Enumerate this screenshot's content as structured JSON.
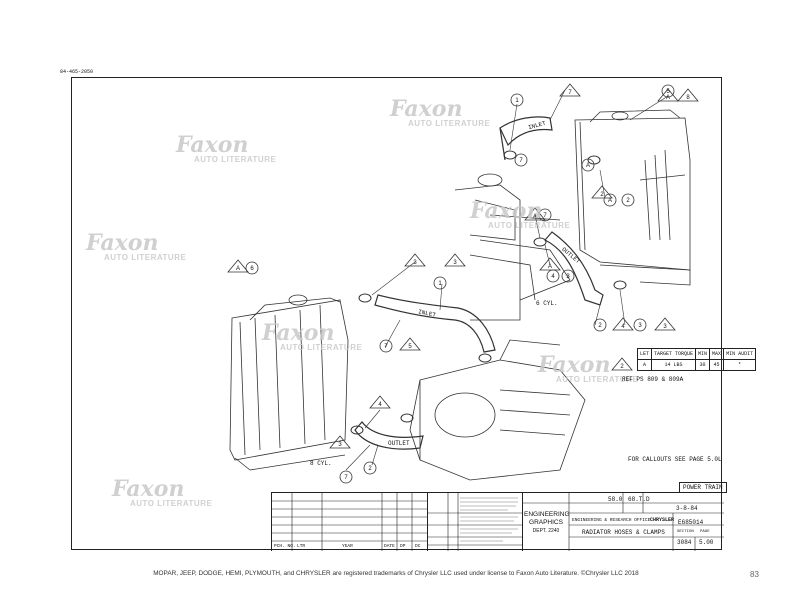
{
  "document_number": "84-465-2050",
  "watermark": {
    "brand": "Faxon",
    "sub": "AUTO LITERATURE"
  },
  "labels": {
    "inlet": "INLET",
    "outlet": "OUTLET",
    "six_cyl": "6 CYL.",
    "eight_cyl": "8 CYL.",
    "power_train": "POWER TRAIN",
    "callouts_note": "FOR CALLOUTS SEE PAGE 5.0L",
    "ref_note": "REF PS 809 & 809A"
  },
  "torque_table": {
    "headers": [
      "LET",
      "TARGET TORQUE",
      "MIN",
      "MAX",
      "MIN AUDIT"
    ],
    "row": [
      "A",
      "14 LBS",
      "30",
      "45",
      "*"
    ]
  },
  "title_block": {
    "engineering": "ENGINEERING",
    "graphics": "GRAPHICS",
    "dept": "DEPT. 2240",
    "model": "58.0",
    "model2": "68.T.D",
    "date": "3-8-84",
    "number": "E685014",
    "title": "RADIATOR HOSES & CLAMPS",
    "section_label": "SECTION",
    "section": "3084",
    "page_label": "PAGE",
    "page": "5.00",
    "company": "ENGINEERING & RESEARCH OFFICE",
    "brand": "CHRYSLER",
    "footer_cols": [
      "PCH. NO.",
      "LTR",
      "YEAR",
      "DATE",
      "DP",
      "DC"
    ]
  },
  "footer": "MOPAR, JEEP, DODGE, HEMI, PLYMOUTH, and CHRYSLER are registered trademarks of Chrysler LLC used under license to Faxon Auto Literature. ©Chrysler LLC 2018",
  "page_number": "83"
}
